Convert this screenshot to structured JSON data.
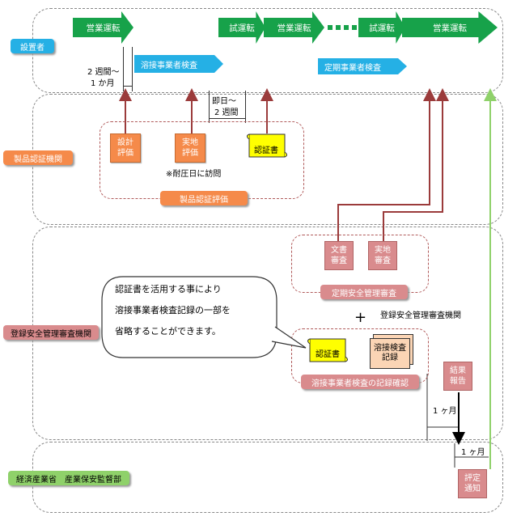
{
  "actors": {
    "installer": "設置者",
    "certifier": "製品認証機関",
    "review_body": "登録安全管理審査機関",
    "ministry": "経済産業省　産業保安監督部"
  },
  "timeline": {
    "op1": "営業運転",
    "trial1": "試運転",
    "op2": "営業運転",
    "trial2": "試運転",
    "op3": "営業運転"
  },
  "inspections": {
    "welding": "溶接事業者検査",
    "periodic": "定期事業者検査"
  },
  "durations": {
    "two_weeks_line1": "2 週間〜",
    "two_weeks_line2": "1 か月",
    "same_day_line1": "即日〜",
    "same_day_line2": "2 週間",
    "one_month_a": "1 ヶ月",
    "one_month_b": "1 ヶ月"
  },
  "certification": {
    "design_line1": "設計",
    "design_line2": "評価",
    "site_line1": "実地",
    "site_line2": "評価",
    "certificate": "認証書",
    "note": "※耐圧日に訪問",
    "group_label": "製品認証評価"
  },
  "review": {
    "doc_line1": "文書",
    "doc_line2": "審査",
    "site_line1": "実地",
    "site_line2": "審査",
    "group_label": "定期安全管理審査",
    "plus": "+",
    "body_note": "登録安全管理審査機関",
    "certificate": "認証書",
    "record_line1": "溶接検査",
    "record_line2": "記録",
    "record_check_label": "溶接事業者検査の記録確認",
    "result_line1": "結果",
    "result_line2": "報告"
  },
  "ministry_box": {
    "line1": "評定",
    "line2": "通知"
  },
  "callout": {
    "line1": "認証書を活用する事により",
    "line2": "溶接事業者検査記録の一部を",
    "line3": "省略することができます。"
  },
  "colors": {
    "green": "#17a24a",
    "cyan": "#25b0e5",
    "orange": "#f58a4a",
    "pink": "#d98b8d",
    "yellow": "#ffff00",
    "arrow_red": "#9b3b3b",
    "light_green": "#8fd16a"
  }
}
